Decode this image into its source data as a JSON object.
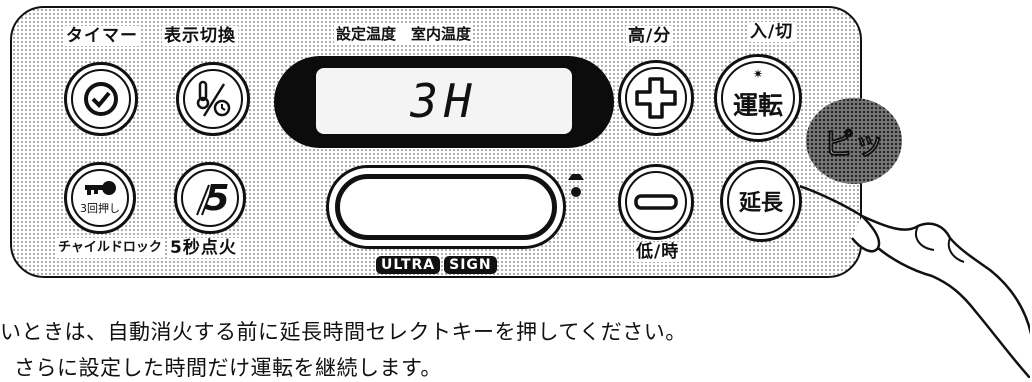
{
  "panel": {
    "timer_label": "タイマー",
    "display_switch_label": "表示切換",
    "display_header": "設定温度　室内温度",
    "display_value": "3H",
    "up_label": "高/分",
    "power_label": "入/切",
    "run_button_text": "運転",
    "child_lock_button_text": "3回押し",
    "child_lock_label": "チャイルドロック",
    "five_sec_button_text": "5",
    "five_sec_label": "5秒点火",
    "down_label": "低/時",
    "extend_button_text": "延長",
    "badge_text": "ピッ",
    "brand_words": [
      "ULTRA",
      "SIGN"
    ]
  },
  "instructions": {
    "line1": "いときは、自動消火する前に延長時間セレクトキーを押してください。",
    "line2": "さらに設定した時間だけ運転を継続します。"
  },
  "colors": {
    "ink": "#111111",
    "background": "#ffffff",
    "display": "#0c0c0c"
  },
  "icons": [
    "clock-icon",
    "thermo-switch-icon",
    "key-icon",
    "flame-icon",
    "plus-icon",
    "minus-icon",
    "power-lamp-icon",
    "hand-pointer-icon"
  ]
}
